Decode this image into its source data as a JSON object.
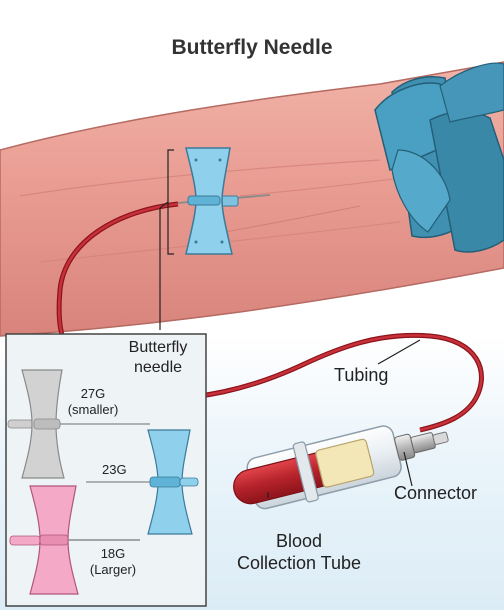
{
  "title": "Butterfly Needle",
  "labels": {
    "butterfly_needle_line1": "Butterfly",
    "butterfly_needle_line2": "needle",
    "tubing": "Tubing",
    "connector": "Connector",
    "blood_tube_line1": "Blood",
    "blood_tube_line2": "Collection Tube"
  },
  "gauges": [
    {
      "gauge": "27G",
      "note": "(smaller)",
      "color": "#d2d2d2"
    },
    {
      "gauge": "23G",
      "note": "",
      "color": "#8fd0ec"
    },
    {
      "gauge": "18G",
      "note": "(Larger)",
      "color": "#f4a9c6"
    }
  ],
  "colors": {
    "arm": "#e89a90",
    "tourniquet": "#3f90b1",
    "butterfly": "#8fd0ec",
    "blood": "#b5222a"
  }
}
